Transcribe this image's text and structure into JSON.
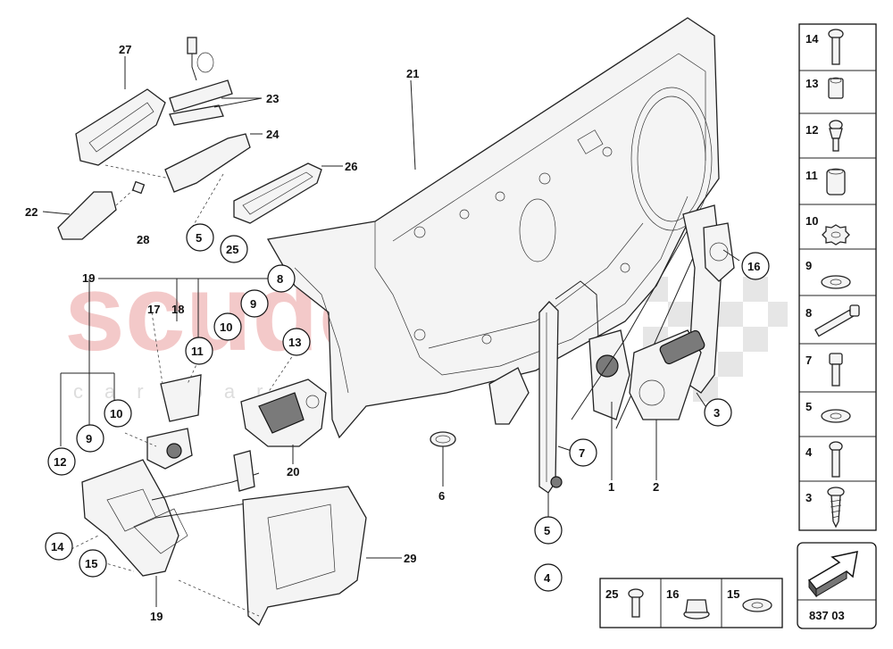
{
  "watermark": {
    "main": "scuderia",
    "sub": "car parts"
  },
  "diagram_code": "837 03",
  "part_labels": {
    "p1": "1",
    "p2": "2",
    "p3": "3",
    "p4": "4",
    "p5a": "5",
    "p5b": "5",
    "p6": "6",
    "p7": "7",
    "p8": "8",
    "p9a": "9",
    "p9b": "9",
    "p10a": "10",
    "p10b": "10",
    "p11": "11",
    "p12": "12",
    "p13": "13",
    "p14": "14",
    "p15": "15",
    "p16": "16",
    "p17": "17",
    "p18": "18",
    "p19a": "19",
    "p19b": "19",
    "p20": "20",
    "p21": "21",
    "p22": "22",
    "p23": "23",
    "p24": "24",
    "p25": "25",
    "p26": "26",
    "p27": "27",
    "p28": "28",
    "p29": "29"
  },
  "legend_column": [
    "14",
    "13",
    "12",
    "11",
    "10",
    "9",
    "8",
    "7",
    "5",
    "4",
    "3"
  ],
  "legend_bottom": [
    "25",
    "16",
    "15"
  ]
}
